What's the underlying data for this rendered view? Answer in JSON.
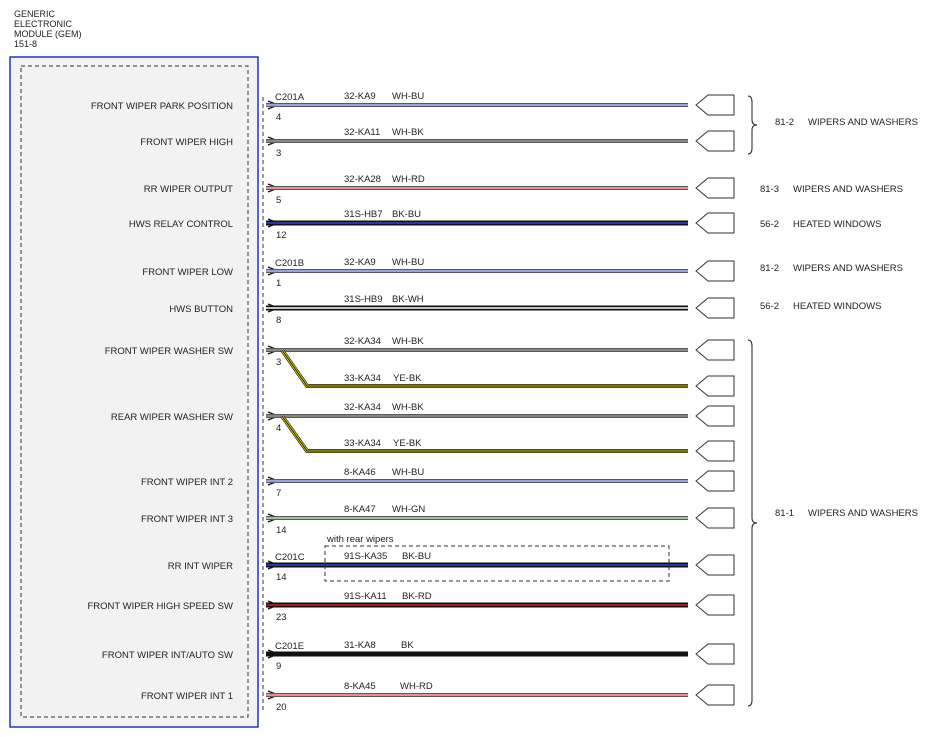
{
  "module": {
    "title_lines": [
      "GENERIC",
      "ELECTRONIC",
      "MODULE (GEM)",
      "151-8"
    ]
  },
  "colors": {
    "module_border": "#2233cc",
    "module_fill": "#f2f2f2",
    "WH": "#ffffff",
    "BU": "#3344cc",
    "BK": "#111111",
    "RD": "#cc2222",
    "YE": "#e8d800",
    "GN": "#3a8a3a"
  },
  "circuits": [
    {
      "signal": "FRONT WIPER PARK POSITION",
      "connector": "C201A",
      "pin": "4",
      "circuit": "32-KA9",
      "wire_color": "WH-BU"
    },
    {
      "signal": "FRONT WIPER HIGH",
      "connector": "",
      "pin": "3",
      "circuit": "32-KA11",
      "wire_color": "WH-BK"
    },
    {
      "signal": "RR WIPER OUTPUT",
      "connector": "",
      "pin": "5",
      "circuit": "32-KA28",
      "wire_color": "WH-RD"
    },
    {
      "signal": "HWS RELAY CONTROL",
      "connector": "",
      "pin": "12",
      "circuit": "31S-HB7",
      "wire_color": "BK-BU"
    },
    {
      "signal": "FRONT WIPER LOW",
      "connector": "C201B",
      "pin": "1",
      "circuit": "32-KA9",
      "wire_color": "WH-BU"
    },
    {
      "signal": "HWS BUTTON",
      "connector": "",
      "pin": "8",
      "circuit": "31S-HB9",
      "wire_color": "BK-WH"
    },
    {
      "signal": "FRONT WIPER WASHER SW",
      "connector": "",
      "pin": "3",
      "circuit": "32-KA34",
      "wire_color": "WH-BK",
      "branch": {
        "circuit": "33-KA34",
        "wire_color": "YE-BK"
      }
    },
    {
      "signal": "REAR WIPER WASHER SW",
      "connector": "",
      "pin": "4",
      "circuit": "32-KA34",
      "wire_color": "WH-BK",
      "branch": {
        "circuit": "33-KA34",
        "wire_color": "YE-BK"
      }
    },
    {
      "signal": "FRONT WIPER INT 2",
      "connector": "",
      "pin": "7",
      "circuit": "8-KA46",
      "wire_color": "WH-BU"
    },
    {
      "signal": "FRONT WIPER INT 3",
      "connector": "",
      "pin": "14",
      "circuit": "8-KA47",
      "wire_color": "WH-GN"
    },
    {
      "signal": "RR INT WIPER",
      "connector": "C201C",
      "pin": "14",
      "circuit": "91S-KA35",
      "wire_color": "BK-BU"
    },
    {
      "signal": "FRONT WIPER HIGH SPEED SW",
      "connector": "",
      "pin": "23",
      "circuit": "91S-KA11",
      "wire_color": "BK-RD"
    },
    {
      "signal": "FRONT WIPER INT/AUTO SW",
      "connector": "C201E",
      "pin": "9",
      "circuit": "31-KA8",
      "wire_color": "BK"
    },
    {
      "signal": "FRONT WIPER INT 1",
      "connector": "",
      "pin": "20",
      "circuit": "8-KA45",
      "wire_color": "WH-RD"
    }
  ],
  "option_note": "with rear wipers",
  "references": [
    {
      "ref": "81-2",
      "label": "WIPERS AND WASHERS"
    },
    {
      "ref": "81-3",
      "label": "WIPERS AND WASHERS"
    },
    {
      "ref": "56-2",
      "label": "HEATED WINDOWS"
    },
    {
      "ref": "81-2",
      "label": "WIPERS AND WASHERS"
    },
    {
      "ref": "56-2",
      "label": "HEATED WINDOWS"
    },
    {
      "ref": "81-1",
      "label": "WIPERS AND WASHERS"
    }
  ]
}
